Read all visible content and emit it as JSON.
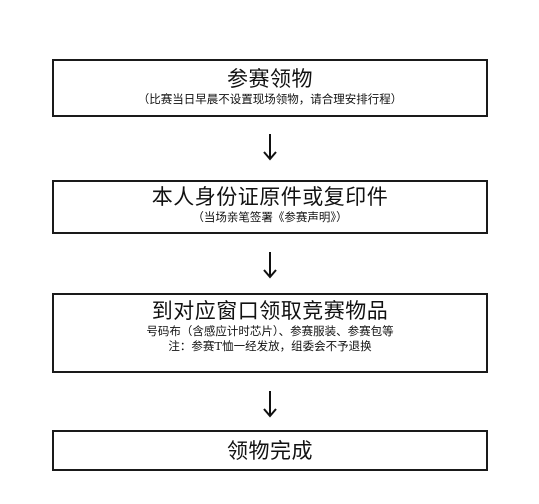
{
  "steps": [
    {
      "title": "参赛领物",
      "notes": [
        "（比赛当日早晨不设置现场领物，请合理安排行程）"
      ]
    },
    {
      "title": "本人身份证原件或复印件",
      "notes": [
        "（当场亲笔签署《参赛声明》）"
      ]
    },
    {
      "title": "到对应窗口领取竞赛物品",
      "notes": [
        "号码布（含感应计时芯片）、参赛服装、参赛包等",
        "注：参赛T恤一经发放，组委会不予退换"
      ]
    },
    {
      "title": "领物完成",
      "notes": []
    }
  ]
}
